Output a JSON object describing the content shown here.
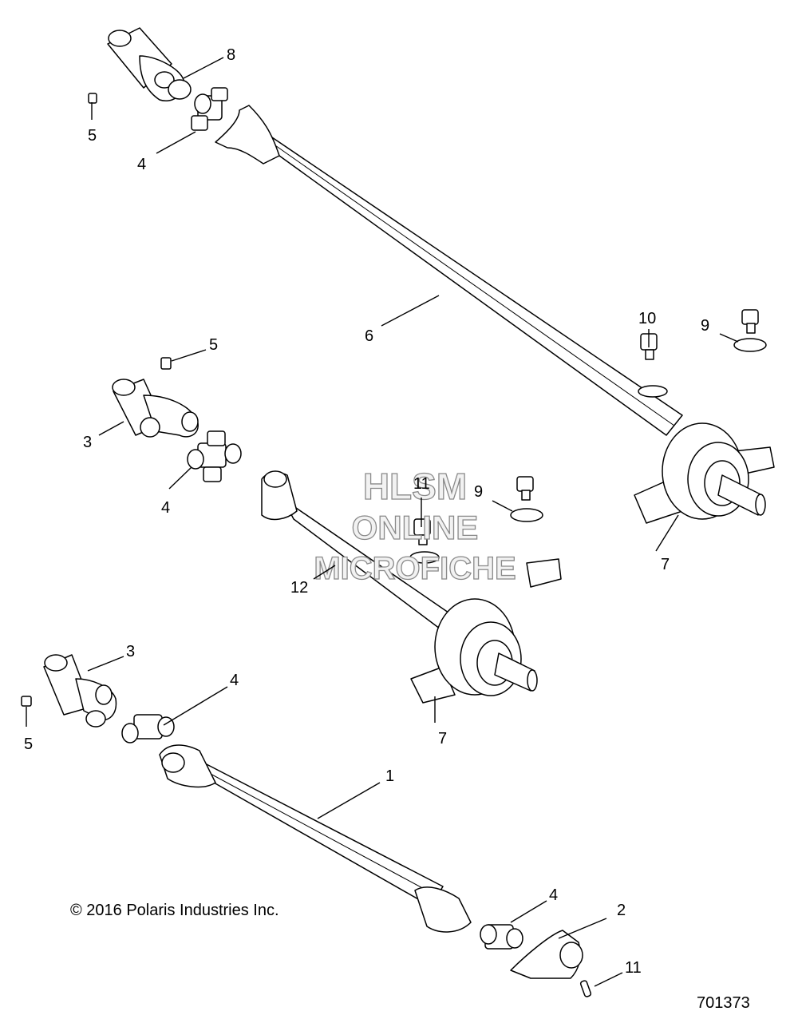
{
  "diagram": {
    "copyright": "© 2016 Polaris Industries Inc.",
    "reference_number": "701373",
    "watermark": [
      "HLSM",
      "ONLINE",
      "MICROFICHE"
    ],
    "callouts": {
      "c8": "8",
      "c5a": "5",
      "c4a": "4",
      "c6": "6",
      "c10": "10",
      "c9a": "9",
      "c5b": "5",
      "c3a": "3",
      "c4b": "4",
      "c11a": "11",
      "c9b": "9",
      "c7a": "7",
      "c12": "12",
      "c7b": "7",
      "c3b": "3",
      "c4c": "4",
      "c5c": "5",
      "c1": "1",
      "c4d": "4",
      "c2": "2",
      "c11b": "11"
    }
  }
}
